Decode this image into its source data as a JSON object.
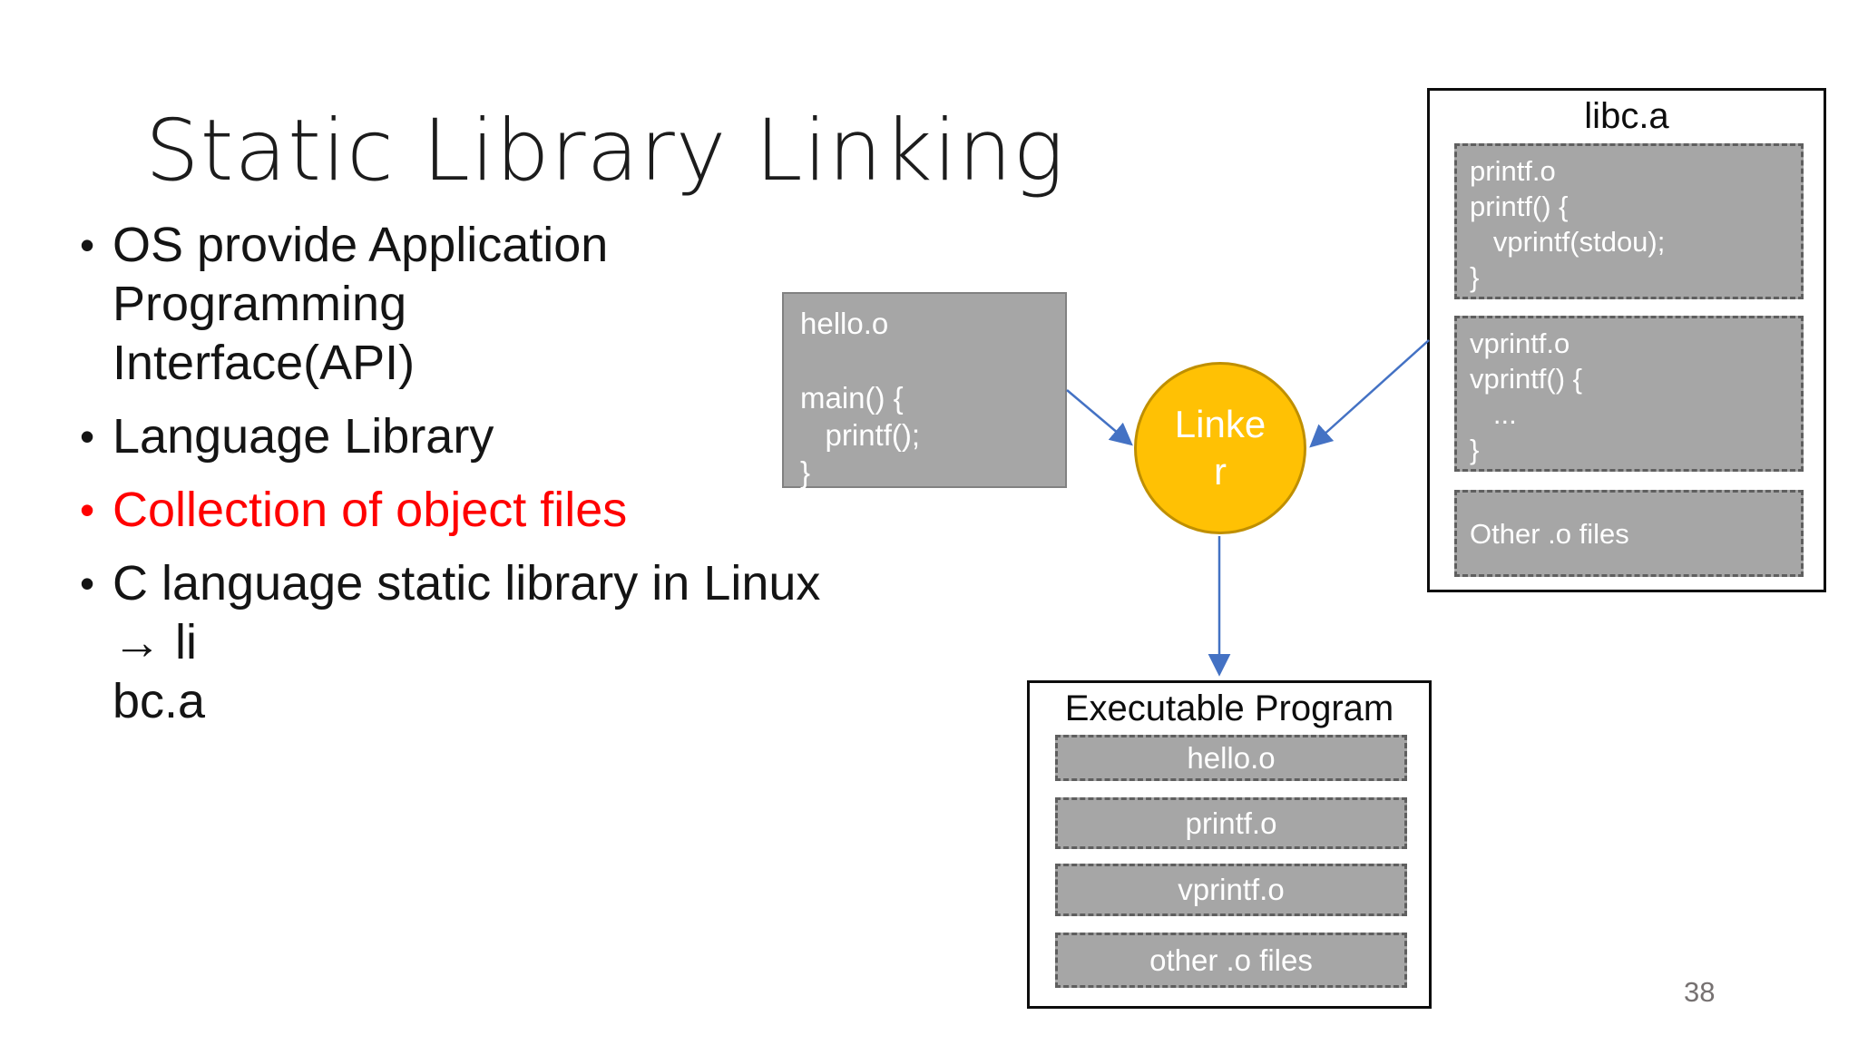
{
  "slide": {
    "title": "Static Library Linking",
    "page_number": "38",
    "bullets": [
      {
        "marker": "•",
        "text": "OS provide Application Programming\nInterface(API)"
      },
      {
        "marker": "•",
        "text": "Language Library"
      },
      {
        "marker": "•",
        "text": "Collection of object files"
      },
      {
        "marker": "•",
        "text": "C language static library in Linux → li\nbc.a"
      }
    ]
  },
  "diagram": {
    "hello_box": {
      "code": "hello.o\n\nmain() {\n   printf();\n}"
    },
    "linker": {
      "label": "Linke\nr"
    },
    "libc": {
      "title": "libc.a",
      "modules": [
        "printf.o\nprintf() {\n   vprintf(stdou);\n}",
        "vprintf.o\nvprintf() {\n   ...\n}",
        "Other .o files"
      ]
    },
    "executable": {
      "title": "Executable Program",
      "modules": [
        "hello.o",
        "printf.o",
        "vprintf.o",
        "other .o files"
      ]
    },
    "colors": {
      "module_gray": "#a6a6a6",
      "dashed_border_gray": "#5f5f5f",
      "arrow_blue": "#4472c4",
      "linker_fill": "#ffc104",
      "linker_border": "#bf8f00",
      "highlight_red": "#ff0000"
    }
  }
}
